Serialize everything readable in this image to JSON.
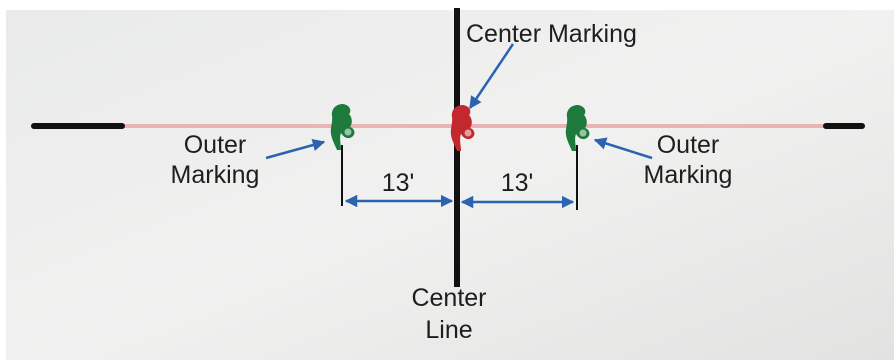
{
  "labels": {
    "center_marking": "Center Marking",
    "outer_marking_left": [
      "Outer",
      "Marking"
    ],
    "outer_marking_right": [
      "Outer",
      "Marking"
    ],
    "center_line": [
      "Center",
      "Line"
    ],
    "distance_left": "13'",
    "distance_right": "13'"
  },
  "colors": {
    "center_marker": "#c2282c",
    "outer_marker": "#1e7a3c",
    "arrow": "#2c63b0",
    "rope": "#e8b4b4",
    "line": "#111111"
  },
  "icons": {
    "center_marker": "figure-marker",
    "outer_marker": "figure-marker"
  }
}
